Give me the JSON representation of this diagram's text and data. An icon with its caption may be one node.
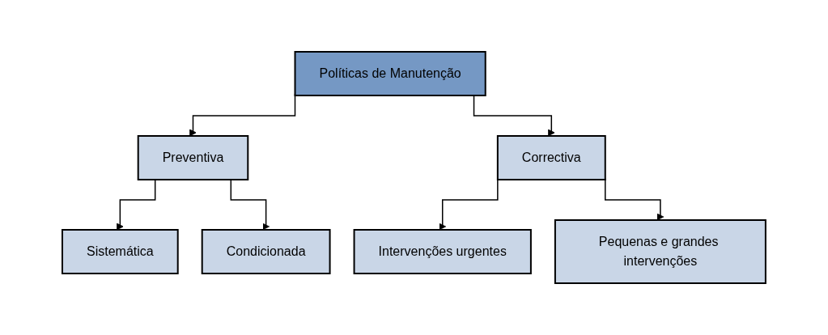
{
  "diagram": {
    "nodes": [
      {
        "text": [
          "Políticas de Manutenção"
        ]
      },
      {
        "text": [
          "Preventiva"
        ]
      },
      {
        "text": [
          "Correctiva"
        ]
      },
      {
        "text": [
          "Sistemática"
        ]
      },
      {
        "text": [
          "Condicionada"
        ]
      },
      {
        "text": [
          "Intervenções urgentes"
        ]
      },
      {
        "text": [
          "Pequenas e grandes intervenções"
        ]
      }
    ],
    "edges": [
      {
        "from": 0,
        "to": 1,
        "arrow": "to"
      },
      {
        "from": 0,
        "to": 2,
        "arrow": "to"
      },
      {
        "from": 1,
        "to": 3,
        "arrow": "to"
      },
      {
        "from": 1,
        "to": 4,
        "arrow": "to"
      },
      {
        "from": 2,
        "to": 5,
        "arrow": "to"
      },
      {
        "from": 2,
        "to": 6,
        "arrow": "to"
      }
    ]
  }
}
